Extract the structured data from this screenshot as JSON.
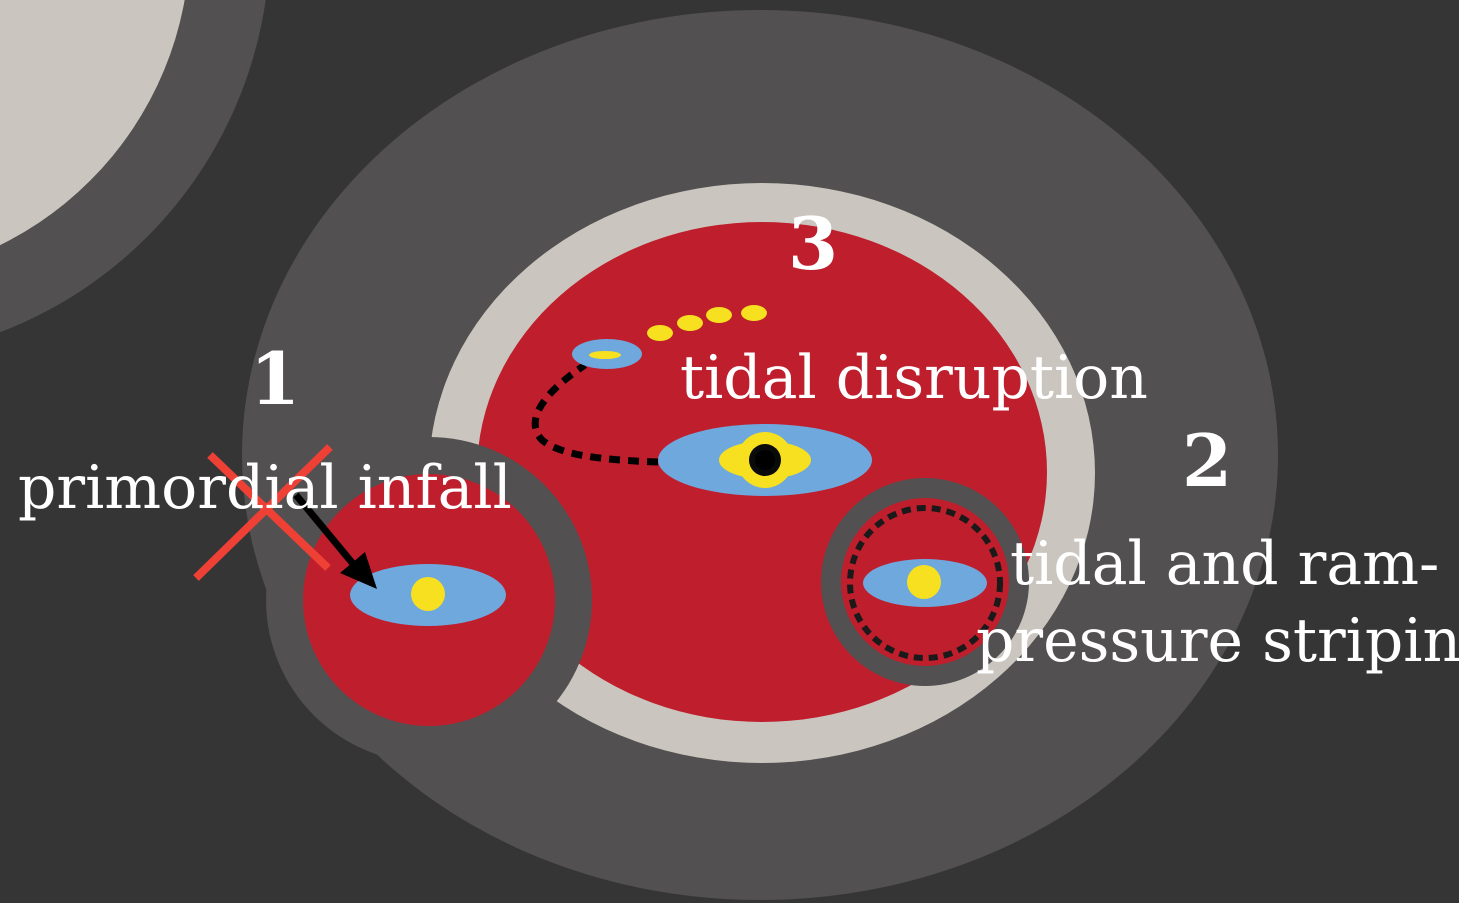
{
  "colors": {
    "background": "#353535",
    "halo_ring": "#525050",
    "light_ring": "#cac6bf",
    "hot_gas": "#bf1e2d",
    "disk": "#6fa8dc",
    "star": "#f7e01f",
    "black_hole": "#0a0a0a",
    "cross": "#ef4036",
    "arrow": "#000000",
    "text": "#ffffff"
  },
  "labels": {
    "num_1": "1",
    "num_2": "2",
    "num_3": "3",
    "primordial_infall": "primordial infall",
    "tidal_disruption": "tidal disruption",
    "tidal_ram_line1": "tidal and ram-",
    "tidal_ram_line2": "pressure striping"
  },
  "icons": [
    "cross-icon",
    "infall-arrow-icon",
    "black-hole-icon"
  ]
}
